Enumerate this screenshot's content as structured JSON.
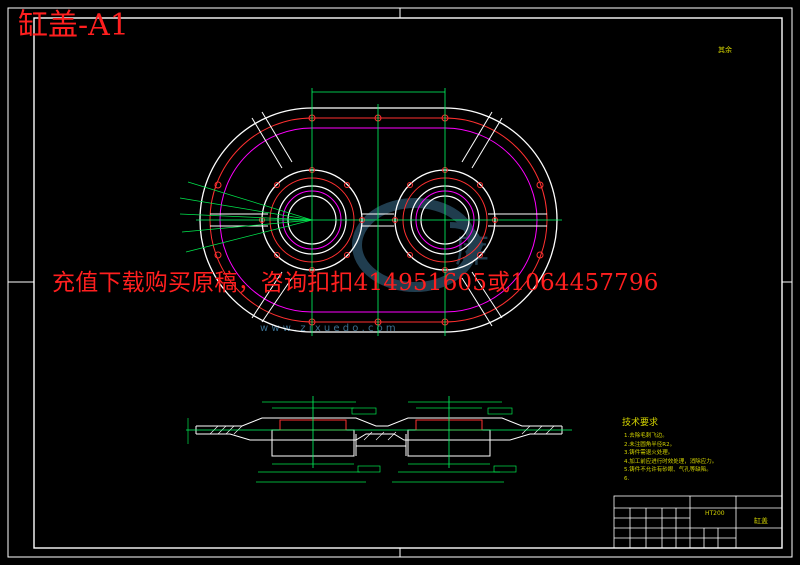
{
  "drawing": {
    "title": "缸盖-A1",
    "purchase_notice": "充值下载购买原稿，咨询扣扣414951605或1064457796",
    "roughness_note": "其余",
    "tech_notes": {
      "title": "技术要求",
      "items": [
        "1.去除毛刺飞边。",
        "2.未注圆角半径R2。",
        "3.铸件需退火处理。",
        "4.加工前应进行时效处理，消除应力。",
        "5.铸件不允许有砂眼、气孔等缺陷。",
        "6."
      ]
    },
    "title_block": {
      "material": "HT200",
      "part_name": "缸盖"
    },
    "watermark_url": "w w w . z i x u e d o . c o m",
    "colors": {
      "border": "#ffffff",
      "outline": "#ffffff",
      "hidden_ring": "#ff00ff",
      "red_outline": "#ff3030",
      "center_line": "#00ff66",
      "dimension": "#00e64d",
      "text_yellow": "#d4d400",
      "overlay_red": "#ff1f1f",
      "watermark": "#3b6f8f"
    }
  }
}
